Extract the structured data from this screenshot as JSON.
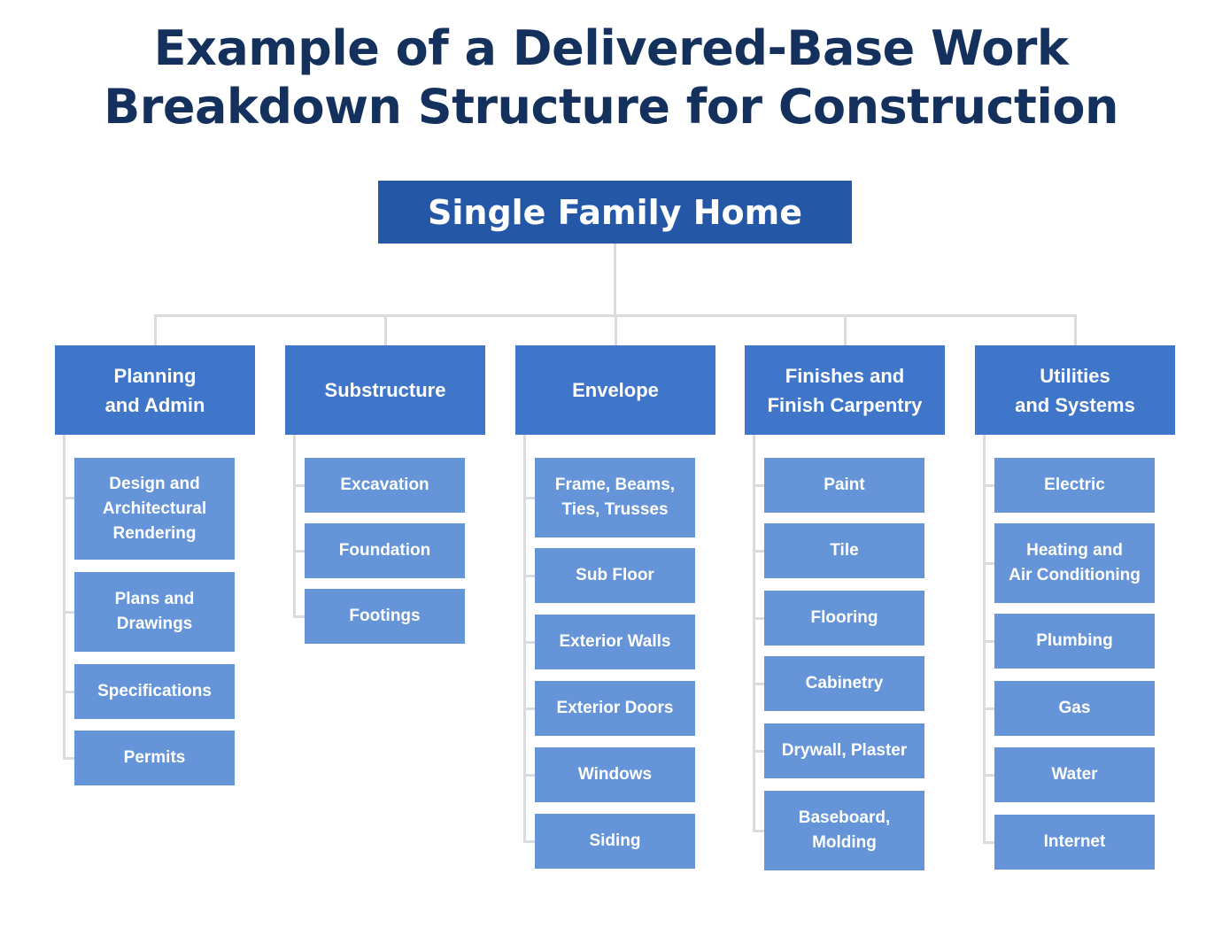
{
  "title": {
    "line1": "Example of a Delivered-Base Work",
    "line2": "Breakdown Structure for Construction"
  },
  "root": {
    "label": "Single Family Home"
  },
  "categories": [
    {
      "label": "Planning\nand Admin",
      "items": [
        "Design and\nArchitectural\nRendering",
        "Plans and\nDrawings",
        "Specifications",
        "Permits"
      ]
    },
    {
      "label": "Substructure",
      "items": [
        "Excavation",
        "Foundation",
        "Footings"
      ]
    },
    {
      "label": "Envelope",
      "items": [
        "Frame, Beams,\nTies, Trusses",
        "Sub Floor",
        "Exterior Walls",
        "Exterior Doors",
        "Windows",
        "Siding"
      ]
    },
    {
      "label": "Finishes and\nFinish Carpentry",
      "items": [
        "Paint",
        "Tile",
        "Flooring",
        "Cabinetry",
        "Drywall, Plaster",
        "Baseboard,\nMolding"
      ]
    },
    {
      "label": "Utilities\nand Systems",
      "items": [
        "Electric",
        "Heating and\nAir Conditioning",
        "Plumbing",
        "Gas",
        "Water",
        "Internet"
      ]
    }
  ],
  "colors": {
    "title": "#13315c",
    "root": "#2557a7",
    "category": "#3f76c9",
    "item": "#6595d8",
    "connector": "#dadbdf"
  }
}
